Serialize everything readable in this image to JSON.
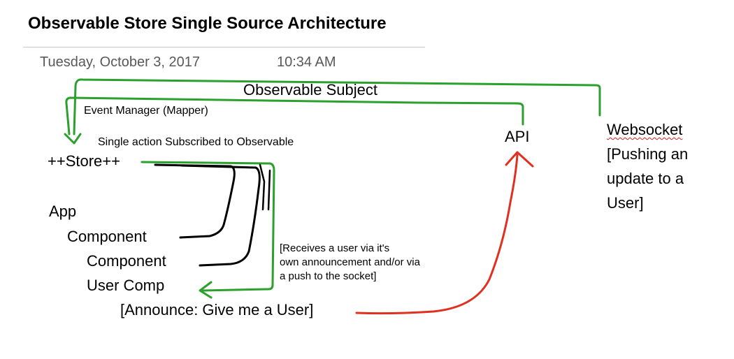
{
  "page": {
    "title": "Observable Store Single Source Architecture",
    "date": "Tuesday,  October 3, 2017",
    "time": "10:34 AM"
  },
  "diagram": {
    "observable_subject": "Observable Subject",
    "event_manager": "Event Manager (Mapper)",
    "subscribed_note": "Single action Subscribed to Observable",
    "store": "++Store++",
    "app": "App",
    "component_1": "Component",
    "component_2": "Component",
    "user_comp": "User Comp",
    "announce": "[Announce: Give me a User]",
    "receive_note": "[Receives a user via it's\nown announcement and/or via\na push to the socket]",
    "api": "API",
    "websocket_title": "Websocket",
    "websocket_note": "[Pushing an\nupdate to a\nUser]",
    "colors": {
      "green": "#2ca02c",
      "red": "#e03020",
      "black": "#000000",
      "date_gray": "#595959"
    }
  }
}
